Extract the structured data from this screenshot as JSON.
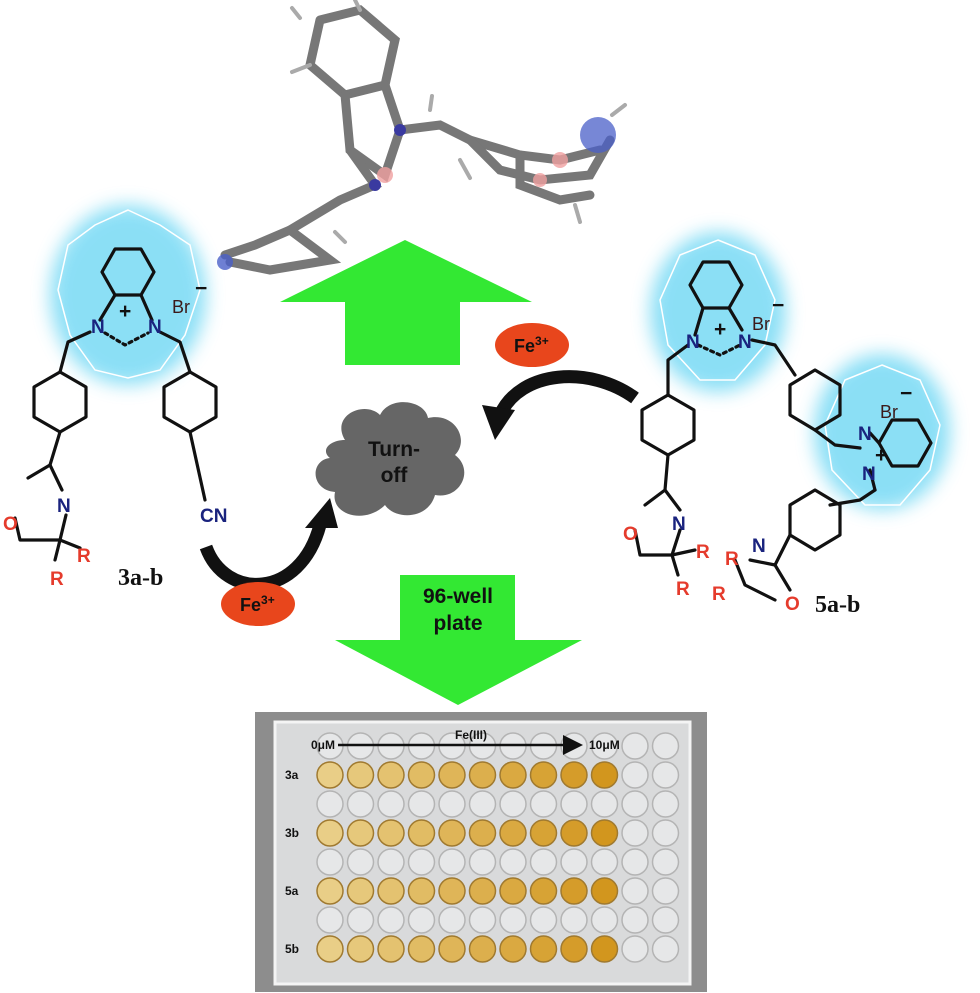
{
  "compounds": {
    "left_label": "3a-b",
    "right_label": "5a-b"
  },
  "atoms": {
    "N": "N",
    "O": "O",
    "R": "R",
    "Br": "Br",
    "CN": "CN",
    "plus": "+",
    "minus": "−"
  },
  "reagent": {
    "fe": "Fe",
    "charge": "3+"
  },
  "cloud": {
    "line1": "Turn-",
    "line2": "off"
  },
  "down_arrow": {
    "line1": "96-well",
    "line2": "plate"
  },
  "plate": {
    "start": "0μM",
    "reagent": "Fe(III)",
    "end": "10μM",
    "rows": [
      "3a",
      "3b",
      "5a",
      "5b"
    ]
  },
  "colors": {
    "arrow": "#33e833",
    "fe": "#e8461c",
    "cloud": "#666666",
    "glow": "#7fdcf5",
    "well": "#d9a12a"
  }
}
